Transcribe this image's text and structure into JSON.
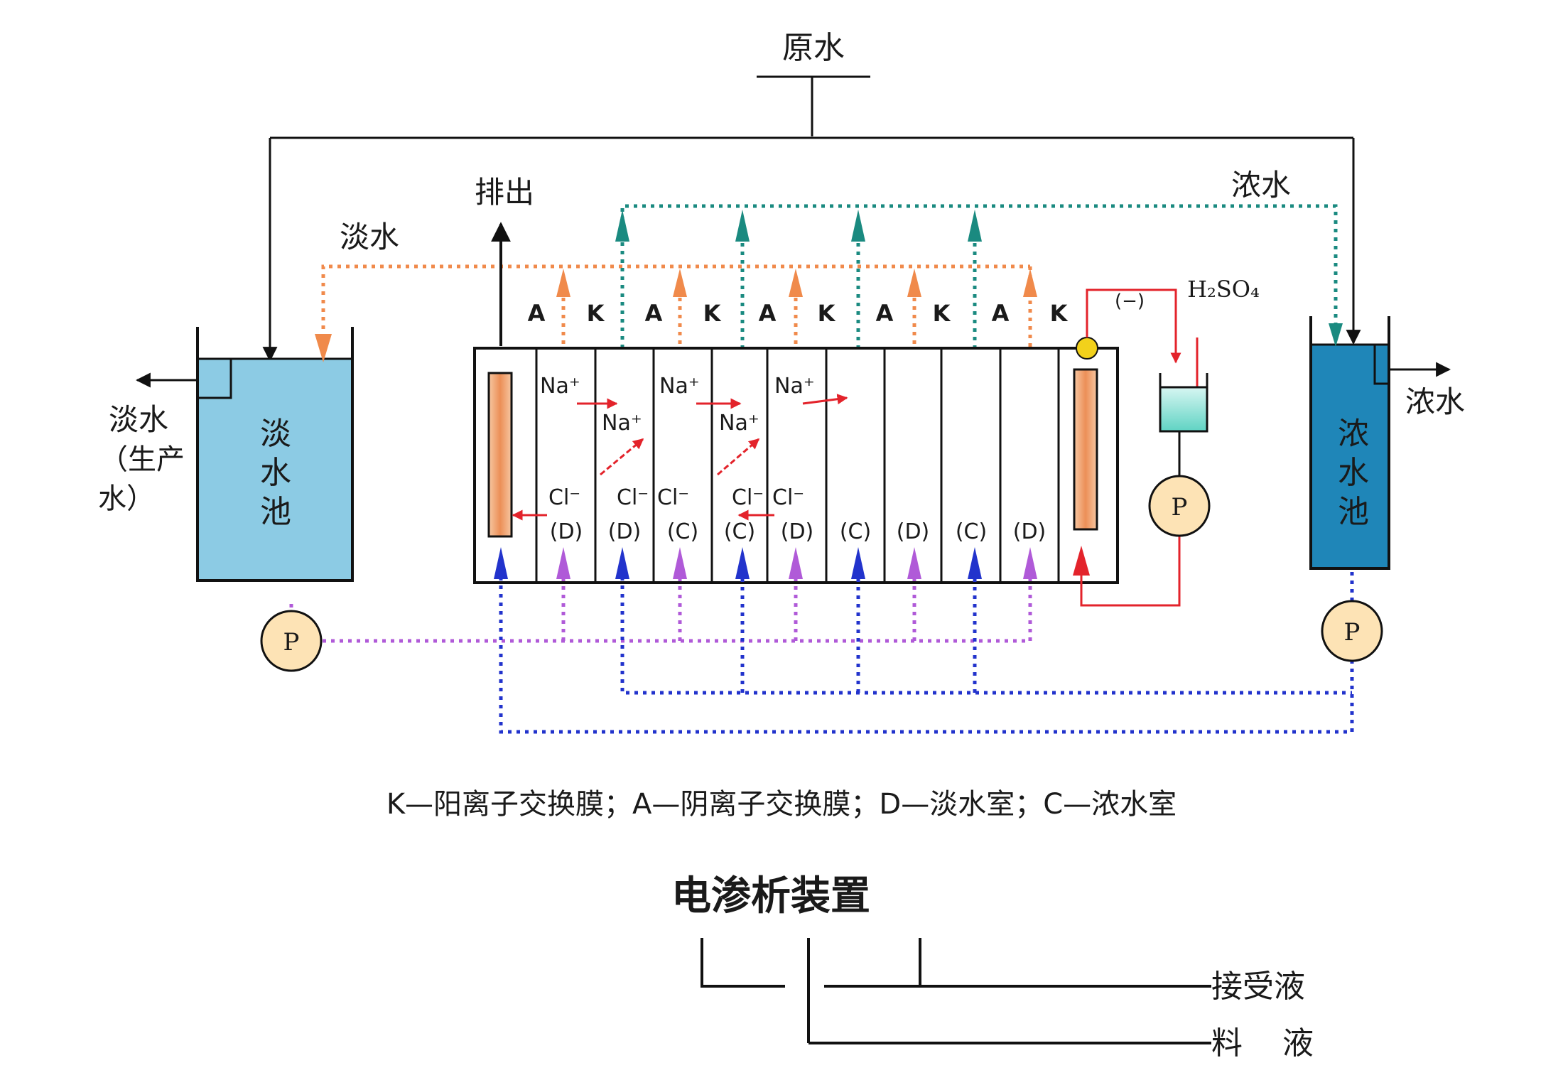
{
  "labels": {
    "raw_water": "原水",
    "drain": "排出",
    "dilute_water_line": "淡水",
    "concentrate_water_line": "浓水",
    "acid": "H₂SO₄",
    "cathode_sign": "(−)",
    "dilute_outlet_1": "淡水",
    "dilute_outlet_2": "（生产",
    "dilute_outlet_3": "水）",
    "dilute_tank_1": "淡",
    "dilute_tank_2": "水",
    "dilute_tank_3": "池",
    "concentrate_outlet": "浓水",
    "concentrate_tank_1": "浓",
    "concentrate_tank_2": "水",
    "concentrate_tank_3": "池",
    "pump": "P",
    "legend": "K—阳离子交换膜；A—阴离子交换膜；D—淡水室；C—浓水室",
    "device_title": "电渗析装置",
    "receiving_liquid": "接受液",
    "feed_liquid": "料    液"
  },
  "membranes": [
    "A",
    "K",
    "A",
    "K",
    "A",
    "K",
    "A",
    "K",
    "A",
    "K"
  ],
  "chambers": [
    "(D)",
    "(D)",
    "(C)",
    "(C)",
    "(D)",
    "(C)",
    "(D)",
    "(C)",
    "(D)"
  ],
  "ions": {
    "na": "Na⁺",
    "cl": "Cl⁻"
  },
  "colors": {
    "dilute_tank": "#8ccbe4",
    "concentrate_tank": "#1f86b8",
    "dilute_flow": "#f08a4b",
    "concentrate_flow": "#1a8a80",
    "feed_flow_blue": "#2233cc",
    "feed_flow_purple": "#b05ad8",
    "ion_arrow": "#e3232b",
    "acid_line": "#e3232b",
    "electrode": "#f2a070",
    "pump_fill": "#fde3b5"
  }
}
